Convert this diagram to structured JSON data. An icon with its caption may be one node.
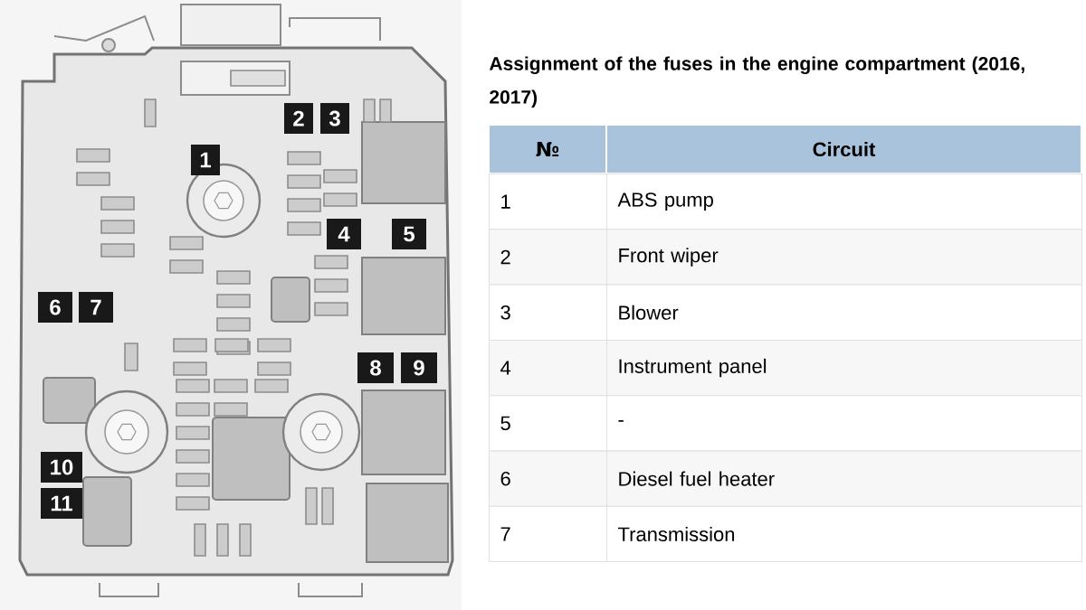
{
  "diagram": {
    "title": "Assignment of the fuses in the engine compartment (2016, 2017)",
    "labels": [
      "1",
      "2",
      "3",
      "4",
      "5",
      "6",
      "7",
      "8",
      "9",
      "10",
      "11",
      "№",
      "Circuit",
      "1",
      "ABS pump",
      "2",
      "Front wiper",
      "3",
      "Blower",
      "4",
      "Instrument panel",
      "5",
      "-",
      "6",
      "Diesel fuel heater",
      "7",
      "Transmission"
    ]
  }
}
